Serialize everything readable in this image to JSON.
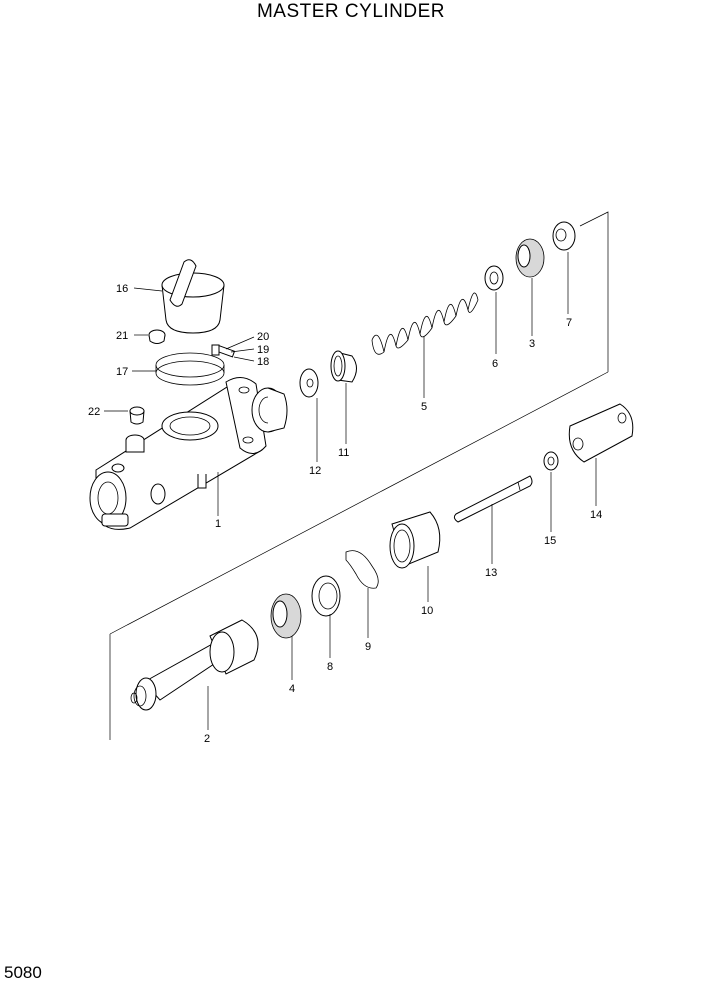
{
  "title": "MASTER CYLINDER",
  "page_number": "5080",
  "callouts": {
    "c1": "1",
    "c2": "2",
    "c3": "3",
    "c4": "4",
    "c5": "5",
    "c6": "6",
    "c7": "7",
    "c8": "8",
    "c9": "9",
    "c10": "10",
    "c11": "11",
    "c12": "12",
    "c13": "13",
    "c14": "14",
    "c15": "15",
    "c16": "16",
    "c17": "17",
    "c18": "18",
    "c19": "19",
    "c20": "20",
    "c21": "21",
    "c22": "22"
  }
}
